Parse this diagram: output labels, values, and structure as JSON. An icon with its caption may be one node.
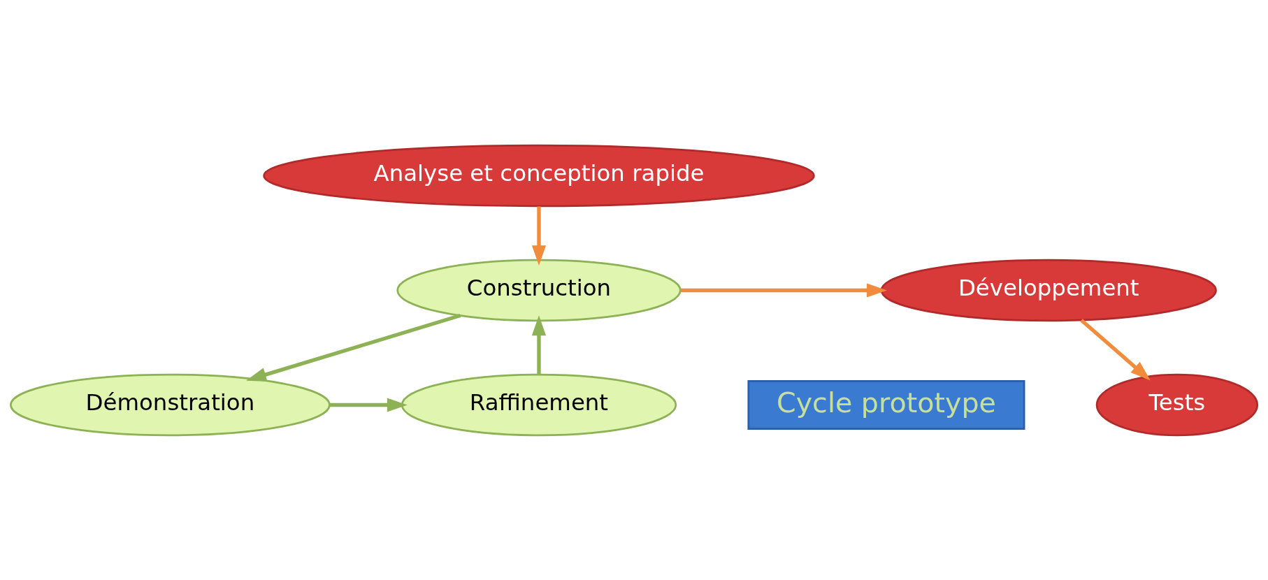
{
  "diagram": {
    "nodes": [
      {
        "text": [
          "Analyse et conception rapide"
        ]
      },
      {
        "text": [
          "Tests"
        ]
      },
      {
        "text": [
          "Développement"
        ]
      },
      {
        "text": [
          "Construction"
        ]
      },
      {
        "text": [
          "Cycle prototype"
        ]
      },
      {
        "text": [
          "Raffinement"
        ]
      },
      {
        "text": [
          "Démonstration"
        ]
      }
    ],
    "edges": [
      {
        "from": 0,
        "to": 3,
        "arrow": "to",
        "color": "#f08c3c"
      },
      {
        "from": 3,
        "to": 2,
        "arrow": "to",
        "color": "#f08c3c"
      },
      {
        "from": 2,
        "to": 1,
        "arrow": "to",
        "color": "#f08c3c"
      },
      {
        "from": 3,
        "to": 6,
        "arrow": "to",
        "color": "#8db255"
      },
      {
        "from": 6,
        "to": 5,
        "arrow": "to",
        "color": "#8db255"
      },
      {
        "from": 5,
        "to": 3,
        "arrow": "to",
        "color": "#8db255"
      }
    ]
  }
}
